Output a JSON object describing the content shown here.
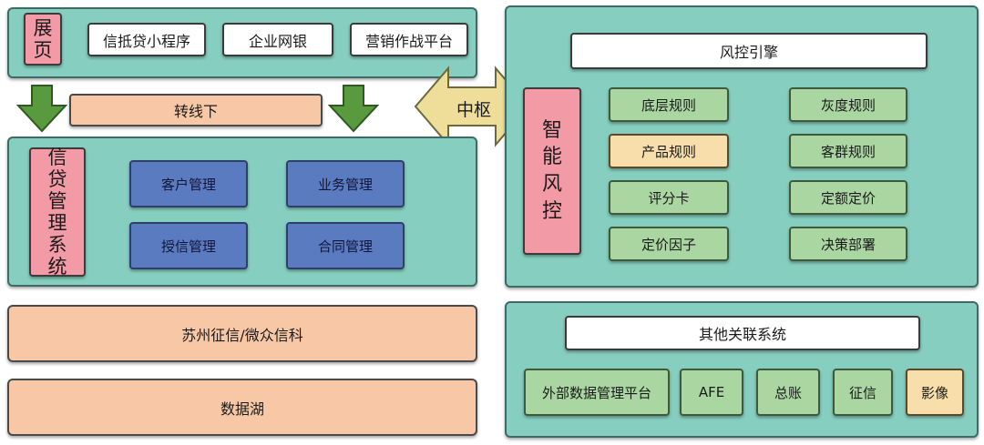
{
  "top_left": {
    "show_page": [
      "展",
      "页"
    ],
    "channels": [
      "信抵贷小程序",
      "企业网银",
      "营销作战平台"
    ]
  },
  "transfer_offline": "转线下",
  "hub": "中枢",
  "credit_system": {
    "title_chars": [
      "信",
      "贷",
      "管",
      "理",
      "系",
      "统"
    ],
    "modules": [
      "客户管理",
      "业务管理",
      "授信管理",
      "合同管理"
    ]
  },
  "suzhou": "苏州征信/微众信科",
  "data_lake": "数据湖",
  "risk": {
    "engine_title": "风控引擎",
    "smart_chars": [
      "智",
      "能",
      "风",
      "控"
    ],
    "left_rules": [
      "底层规则",
      "产品规则",
      "评分卡",
      "定价因子"
    ],
    "right_rules": [
      "灰度规则",
      "客群规则",
      "定额定价",
      "决策部署"
    ]
  },
  "other": {
    "title": "其他关联系统",
    "items": [
      "外部数据管理平台",
      "AFE",
      "总账",
      "征信",
      "影像"
    ]
  },
  "colors": {
    "panel": "#86cfc0",
    "pink": "#f29aa6",
    "peach": "#f8c8a6",
    "blue": "#5b7bc0",
    "green": "#a9d6a1",
    "yellow": "#f8deaa",
    "arrow_green": "#5a9a3f",
    "hub_arrow": "#eede9a"
  }
}
